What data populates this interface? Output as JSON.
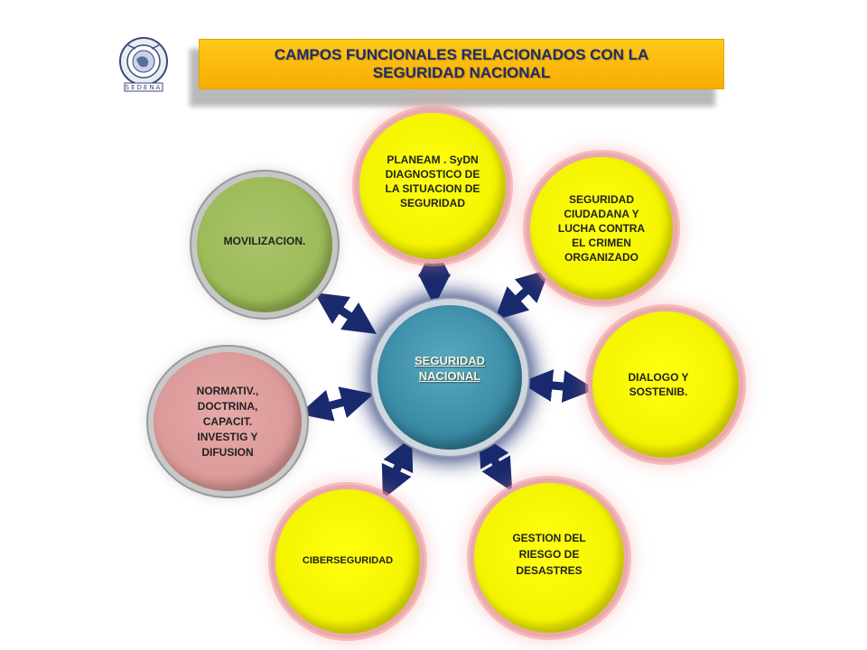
{
  "header": {
    "title": "CAMPOS FUNCIONALES RELACIONADOS CON LA SEGURIDAD NACIONAL",
    "logo_text": "SEDENA"
  },
  "diagram": {
    "center": {
      "label": "SEGURIDAD NACIONAL",
      "color": "#3a8aa6"
    },
    "nodes": [
      {
        "id": "planeam",
        "label": "PLANEAM . SyDN DIAGNOSTICO DE LA SITUACION DE SEGURIDAD",
        "color": "#f4f400"
      },
      {
        "id": "seguridad-ciudadana",
        "label": "SEGURIDAD CIUDADANA Y LUCHA CONTRA EL CRIMEN ORGANIZADO",
        "color": "#f4f400"
      },
      {
        "id": "dialogo",
        "label": "DIALOGO Y SOSTENIB.",
        "color": "#f4f400"
      },
      {
        "id": "gestion-riesgo",
        "label": "GESTION DEL RIESGO DE DESASTRES",
        "color": "#f4f400"
      },
      {
        "id": "ciberseguridad",
        "label": "CIBERSEGURIDAD",
        "color": "#f4f400"
      },
      {
        "id": "normativ",
        "label": "NORMATIV., DOCTRINA, CAPACIT. INVESTIG Y DIFUSION",
        "color": "#dc9a9a"
      },
      {
        "id": "movilizacion",
        "label": "MOVILIZACION.",
        "color": "#9cbb58"
      }
    ],
    "arrow_color": "#1a2a6e"
  }
}
